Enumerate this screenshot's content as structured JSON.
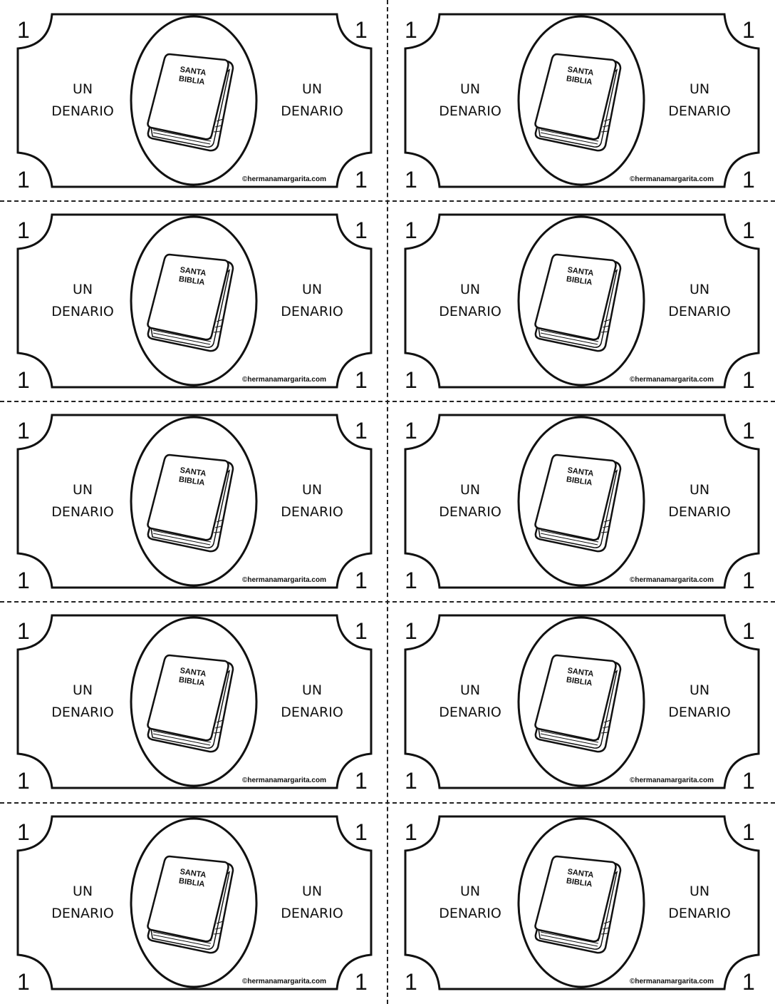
{
  "bill": {
    "value": "1",
    "denomination_line1": "UN",
    "denomination_line2": "DENARIO",
    "book_line1": "SANTA",
    "book_line2": "BIBLIA",
    "copyright": "©hermanamargarita.com"
  },
  "bills": [
    {
      "row": 1,
      "col": 1
    },
    {
      "row": 1,
      "col": 2
    },
    {
      "row": 2,
      "col": 1
    },
    {
      "row": 2,
      "col": 2
    },
    {
      "row": 3,
      "col": 1
    },
    {
      "row": 3,
      "col": 2
    },
    {
      "row": 4,
      "col": 1
    },
    {
      "row": 4,
      "col": 2
    },
    {
      "row": 5,
      "col": 1
    },
    {
      "row": 5,
      "col": 2
    }
  ],
  "icons": [
    "bible-book-icon"
  ]
}
